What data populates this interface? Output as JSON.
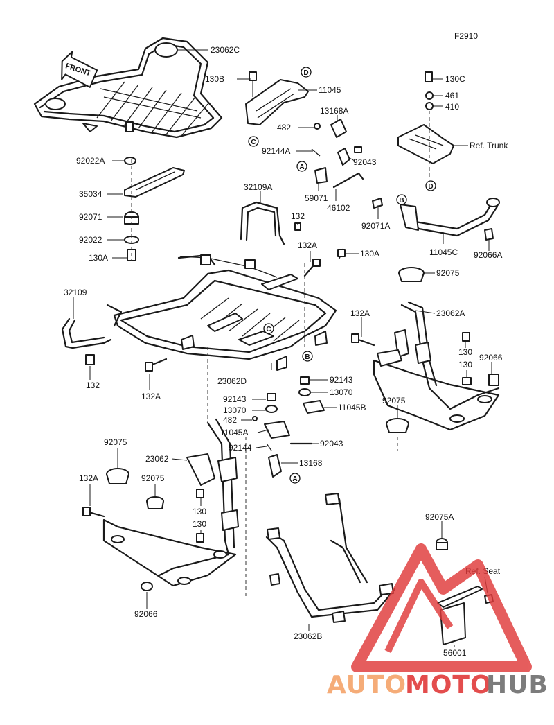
{
  "figure_code": "F2910",
  "front_arrow": "FRONT",
  "ref_trunk": "Ref. Trunk",
  "ref_seat": "Ref. Seat",
  "callouts": [
    "A",
    "B",
    "C",
    "D"
  ],
  "parts": {
    "p23062C": "23062C",
    "p130B": "130B",
    "p11045": "11045",
    "p130C": "130C",
    "p461": "461",
    "p410": "410",
    "p13168A": "13168A",
    "p482a": "482",
    "p92144A": "92144A",
    "p92043a": "92043",
    "p59071": "59071",
    "p46102": "46102",
    "p92022A": "92022A",
    "p35034": "35034",
    "p92071": "92071",
    "p92022": "92022",
    "p130A_left": "130A",
    "p32109A": "32109A",
    "p132_top": "132",
    "p132A_top": "132A",
    "p130A_mid": "130A",
    "p92071A": "92071A",
    "p11045C": "11045C",
    "p92066A": "92066A",
    "p92075_r": "92075",
    "p23062A": "23062A",
    "p32109": "32109",
    "p132A_r": "132A",
    "p130_r1": "130",
    "p130_r2": "130",
    "p92066_r": "92066",
    "p132_left": "132",
    "p132A_mid": "132A",
    "p23062D": "23062D",
    "p92143_r": "92143",
    "p13070_r": "13070",
    "p11045B": "11045B",
    "p92143_c": "92143",
    "p13070_c": "13070",
    "p482b": "482",
    "p11045A": "11045A",
    "p92043b": "92043",
    "p92144": "92144",
    "p13168": "13168",
    "p92075_r2": "92075",
    "p92075_l1": "92075",
    "p23062": "23062",
    "p132A_bl": "132A",
    "p92075_l2": "92075",
    "p130_b1": "130",
    "p130_b2": "130",
    "p92075A": "92075A",
    "p92066_b": "92066",
    "p23062B": "23062B",
    "p56001": "56001"
  },
  "watermark": {
    "auto": "AUTO",
    "moto": "MOTO",
    "hub": "HUB"
  },
  "colors": {
    "watermark_orange": "#f5a46a",
    "watermark_red": "#e03a3a",
    "watermark_gray": "#6e6e6e",
    "ink": "#1a1a1a"
  }
}
